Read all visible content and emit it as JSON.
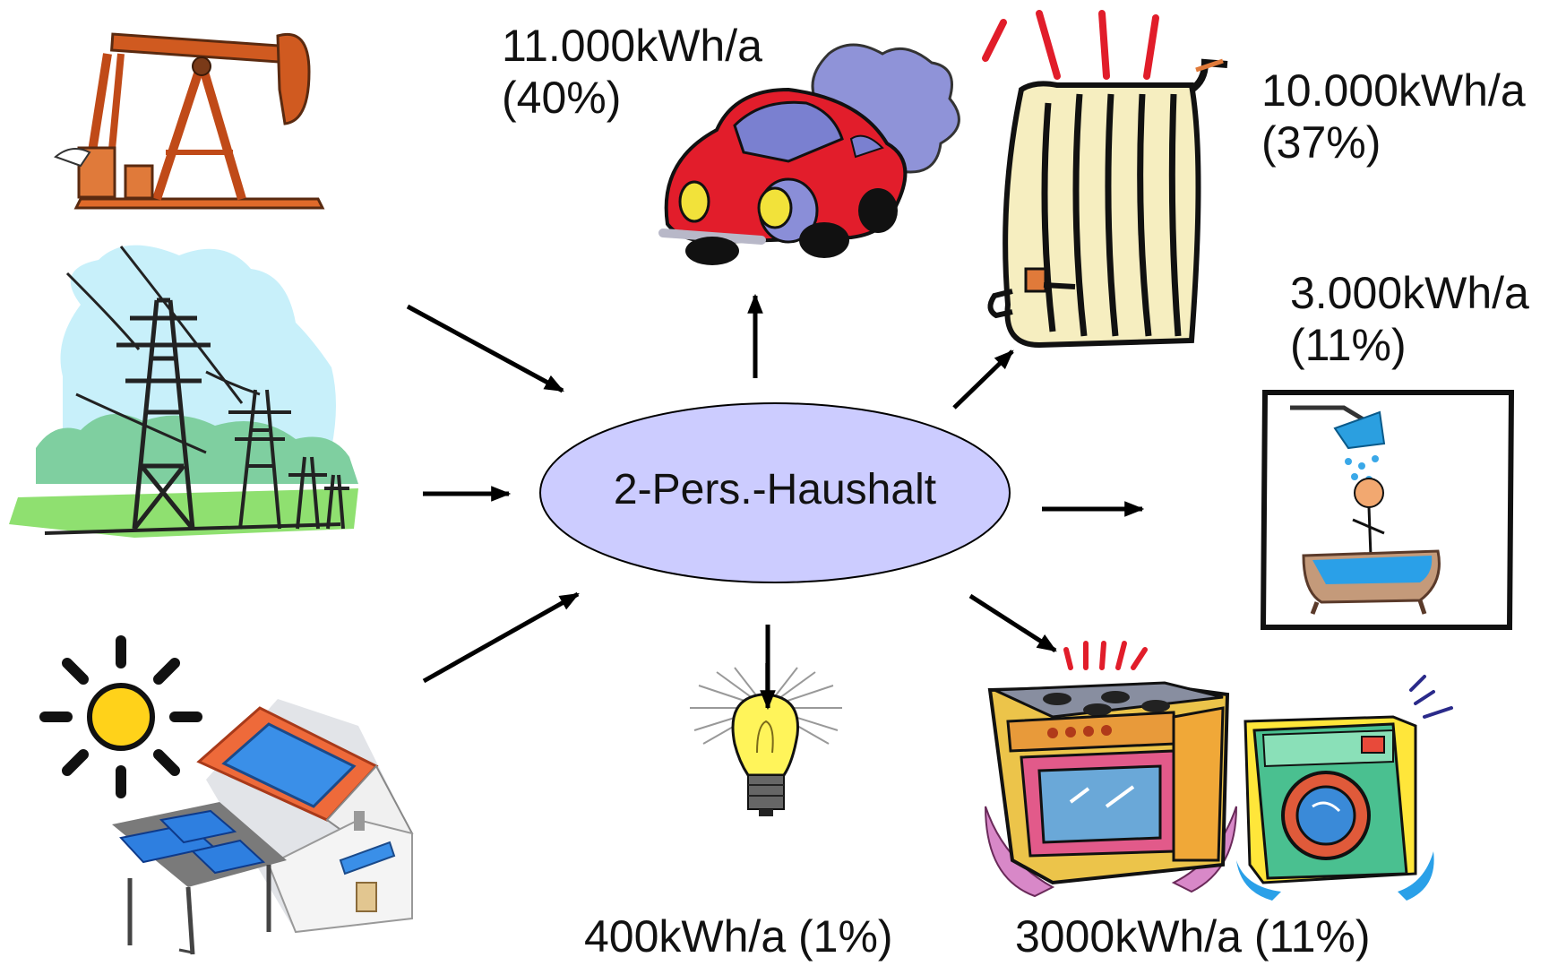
{
  "center": {
    "label": "2-Pers.-Haushalt"
  },
  "consumers": {
    "mobility": {
      "line1": "11.000kWh/a",
      "line2": "(40%)",
      "icon": "car-icon"
    },
    "heating": {
      "line1": "10.000kWh/a",
      "line2": "(37%)",
      "icon": "radiator-icon"
    },
    "hot_water": {
      "line1": "3.000kWh/a",
      "line2": "(11%)",
      "icon": "bathtub-shower-icon"
    },
    "lighting": {
      "line1": "400kWh/a (1%)",
      "icon": "light-bulb-icon"
    },
    "appliances": {
      "line1": "3000kWh/a (11%)",
      "icon": "stove-washing-machine-icon"
    }
  },
  "sources": [
    {
      "icon": "oil-pump-jack-icon"
    },
    {
      "icon": "power-lines-icon"
    },
    {
      "icon": "sun-solar-house-icon"
    }
  ],
  "colors": {
    "ellipse_fill": "#ccccff",
    "arrow": "#000000",
    "car": "#e8202a",
    "radiator": "#f7efc0"
  }
}
